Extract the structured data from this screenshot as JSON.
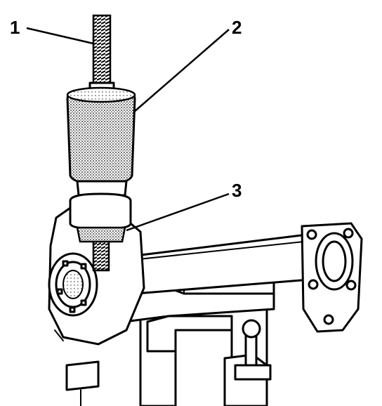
{
  "callouts": [
    {
      "id": "1",
      "label": "1"
    },
    {
      "id": "2",
      "label": "2"
    },
    {
      "id": "3",
      "label": "3"
    }
  ],
  "colors": {
    "ink": "#000000",
    "paper": "#ffffff",
    "stipple": "#555555"
  }
}
